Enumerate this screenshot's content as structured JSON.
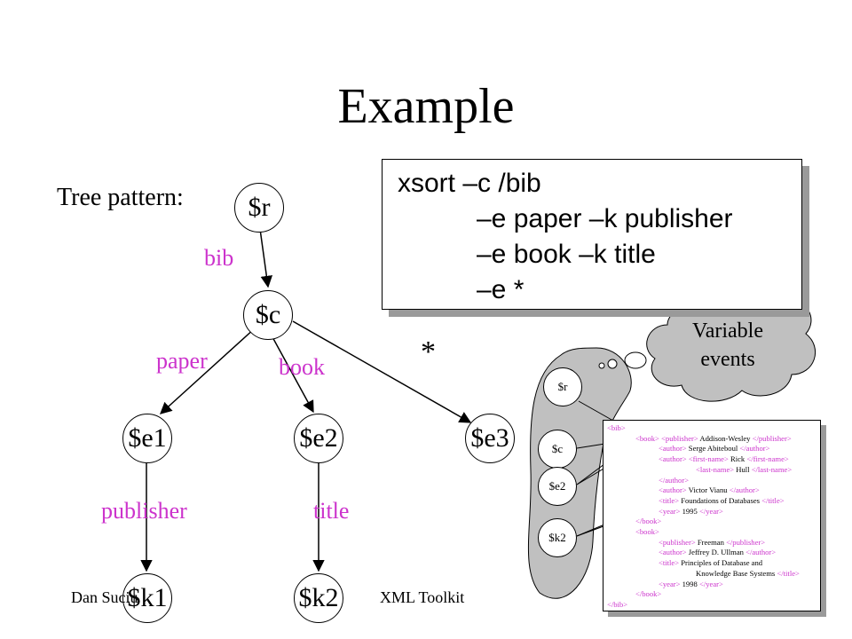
{
  "title": "Example",
  "tree_pattern_label": "Tree pattern:",
  "nodes": {
    "r": "$r",
    "c": "$c",
    "e1": "$e1",
    "e2": "$e2",
    "e3": "$e3",
    "k1": "$k1",
    "k2": "$k2"
  },
  "edge_labels": {
    "bib": "bib",
    "paper": "paper",
    "book": "book",
    "star": "*",
    "publisher": "publisher",
    "title": "title"
  },
  "command": [
    "xsort –c /bib",
    "–e paper –k publisher",
    "–e book –k title",
    "–e *"
  ],
  "variable_blob": [
    "$r",
    "$c",
    "$e2",
    "$k2"
  ],
  "cloud": [
    "Variable",
    "events"
  ],
  "xml_lines": [
    {
      "indent": 0,
      "parts": [
        [
          "t",
          "<bib>"
        ]
      ]
    },
    {
      "indent": 1,
      "parts": [
        [
          "t",
          "<book>"
        ],
        [
          "x",
          " "
        ],
        [
          "t",
          "<publisher>"
        ],
        [
          "x",
          " Addison-Wesley "
        ],
        [
          "t",
          "</publisher>"
        ]
      ]
    },
    {
      "indent": 2,
      "parts": [
        [
          "t",
          "<author>"
        ],
        [
          "x",
          " Serge Abiteboul "
        ],
        [
          "t",
          "</author>"
        ]
      ]
    },
    {
      "indent": 2,
      "parts": [
        [
          "t",
          "<author>"
        ],
        [
          "x",
          " "
        ],
        [
          "t",
          "<first-name>"
        ],
        [
          "x",
          " Rick "
        ],
        [
          "t",
          "</first-name>"
        ]
      ]
    },
    {
      "indent": 3,
      "parts": [
        [
          "t",
          "<last-name>"
        ],
        [
          "x",
          " Hull "
        ],
        [
          "t",
          "</last-name>"
        ]
      ]
    },
    {
      "indent": 2,
      "parts": [
        [
          "t",
          "</author>"
        ]
      ]
    },
    {
      "indent": 2,
      "parts": [
        [
          "t",
          "<author>"
        ],
        [
          "x",
          " Victor Vianu "
        ],
        [
          "t",
          "</author>"
        ]
      ]
    },
    {
      "indent": 2,
      "parts": [
        [
          "t",
          "<title>"
        ],
        [
          "x",
          " Foundations of Databases "
        ],
        [
          "t",
          "</title>"
        ]
      ]
    },
    {
      "indent": 2,
      "parts": [
        [
          "t",
          "<year>"
        ],
        [
          "x",
          " 1995 "
        ],
        [
          "t",
          "</year>"
        ]
      ]
    },
    {
      "indent": 1,
      "parts": [
        [
          "t",
          "</book>"
        ]
      ]
    },
    {
      "indent": 1,
      "parts": [
        [
          "t",
          "<book>"
        ]
      ]
    },
    {
      "indent": 2,
      "parts": [
        [
          "t",
          "<publisher>"
        ],
        [
          "x",
          " Freeman "
        ],
        [
          "t",
          "</publisher>"
        ]
      ]
    },
    {
      "indent": 2,
      "parts": [
        [
          "t",
          "<author>"
        ],
        [
          "x",
          " Jeffrey D. Ullman "
        ],
        [
          "t",
          "</author>"
        ]
      ]
    },
    {
      "indent": 2,
      "parts": [
        [
          "t",
          "<title>"
        ],
        [
          "x",
          " Principles of Database and"
        ]
      ]
    },
    {
      "indent": 3,
      "parts": [
        [
          "x",
          "Knowledge Base Systems "
        ],
        [
          "t",
          "</title>"
        ]
      ]
    },
    {
      "indent": 2,
      "parts": [
        [
          "t",
          "<year>"
        ],
        [
          "x",
          " 1998 "
        ],
        [
          "t",
          "</year>"
        ]
      ]
    },
    {
      "indent": 1,
      "parts": [
        [
          "t",
          "</book>"
        ]
      ]
    },
    {
      "indent": 0,
      "parts": [
        [
          "t",
          "</bib>"
        ]
      ]
    }
  ],
  "footer": {
    "author": "Dan Suciu",
    "center": "XML Toolkit"
  },
  "colors": {
    "edge_label": "#cc33cc",
    "tag": "#cc33cc",
    "cloud_fill": "#c0c0c0",
    "blob_fill": "#c0c0c0",
    "shadow": "#9a9a9a"
  }
}
